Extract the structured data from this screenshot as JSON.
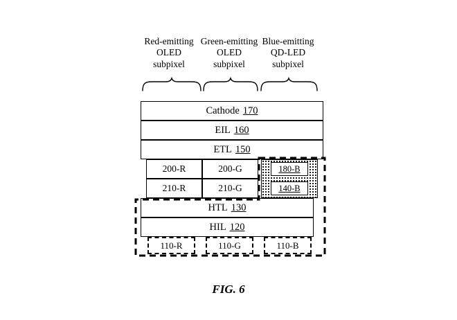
{
  "title": "FIG. 6",
  "colors": {
    "line": "#000000",
    "background": "#ffffff"
  },
  "columns": [
    {
      "label_lines": [
        "Red-emitting",
        "OLED",
        "subpixel"
      ]
    },
    {
      "label_lines": [
        "Green-emitting",
        "OLED",
        "subpixel"
      ]
    },
    {
      "label_lines": [
        "Blue-emitting",
        "QD-LED",
        "subpixel"
      ]
    }
  ],
  "common_layers": [
    {
      "name": "Cathode",
      "ref": "170"
    },
    {
      "name": "EIL",
      "ref": "160"
    },
    {
      "name": "ETL",
      "ref": "150"
    }
  ],
  "emission_cells": {
    "row1": [
      "200-R",
      "200-G",
      "180-B"
    ],
    "row2": [
      "210-R",
      "210-G",
      "140-B"
    ]
  },
  "lower_layers": [
    {
      "name": "HTL",
      "ref": "130"
    },
    {
      "name": "HIL",
      "ref": "120"
    }
  ],
  "anodes": [
    "110-R",
    "110-G",
    "110-B"
  ]
}
